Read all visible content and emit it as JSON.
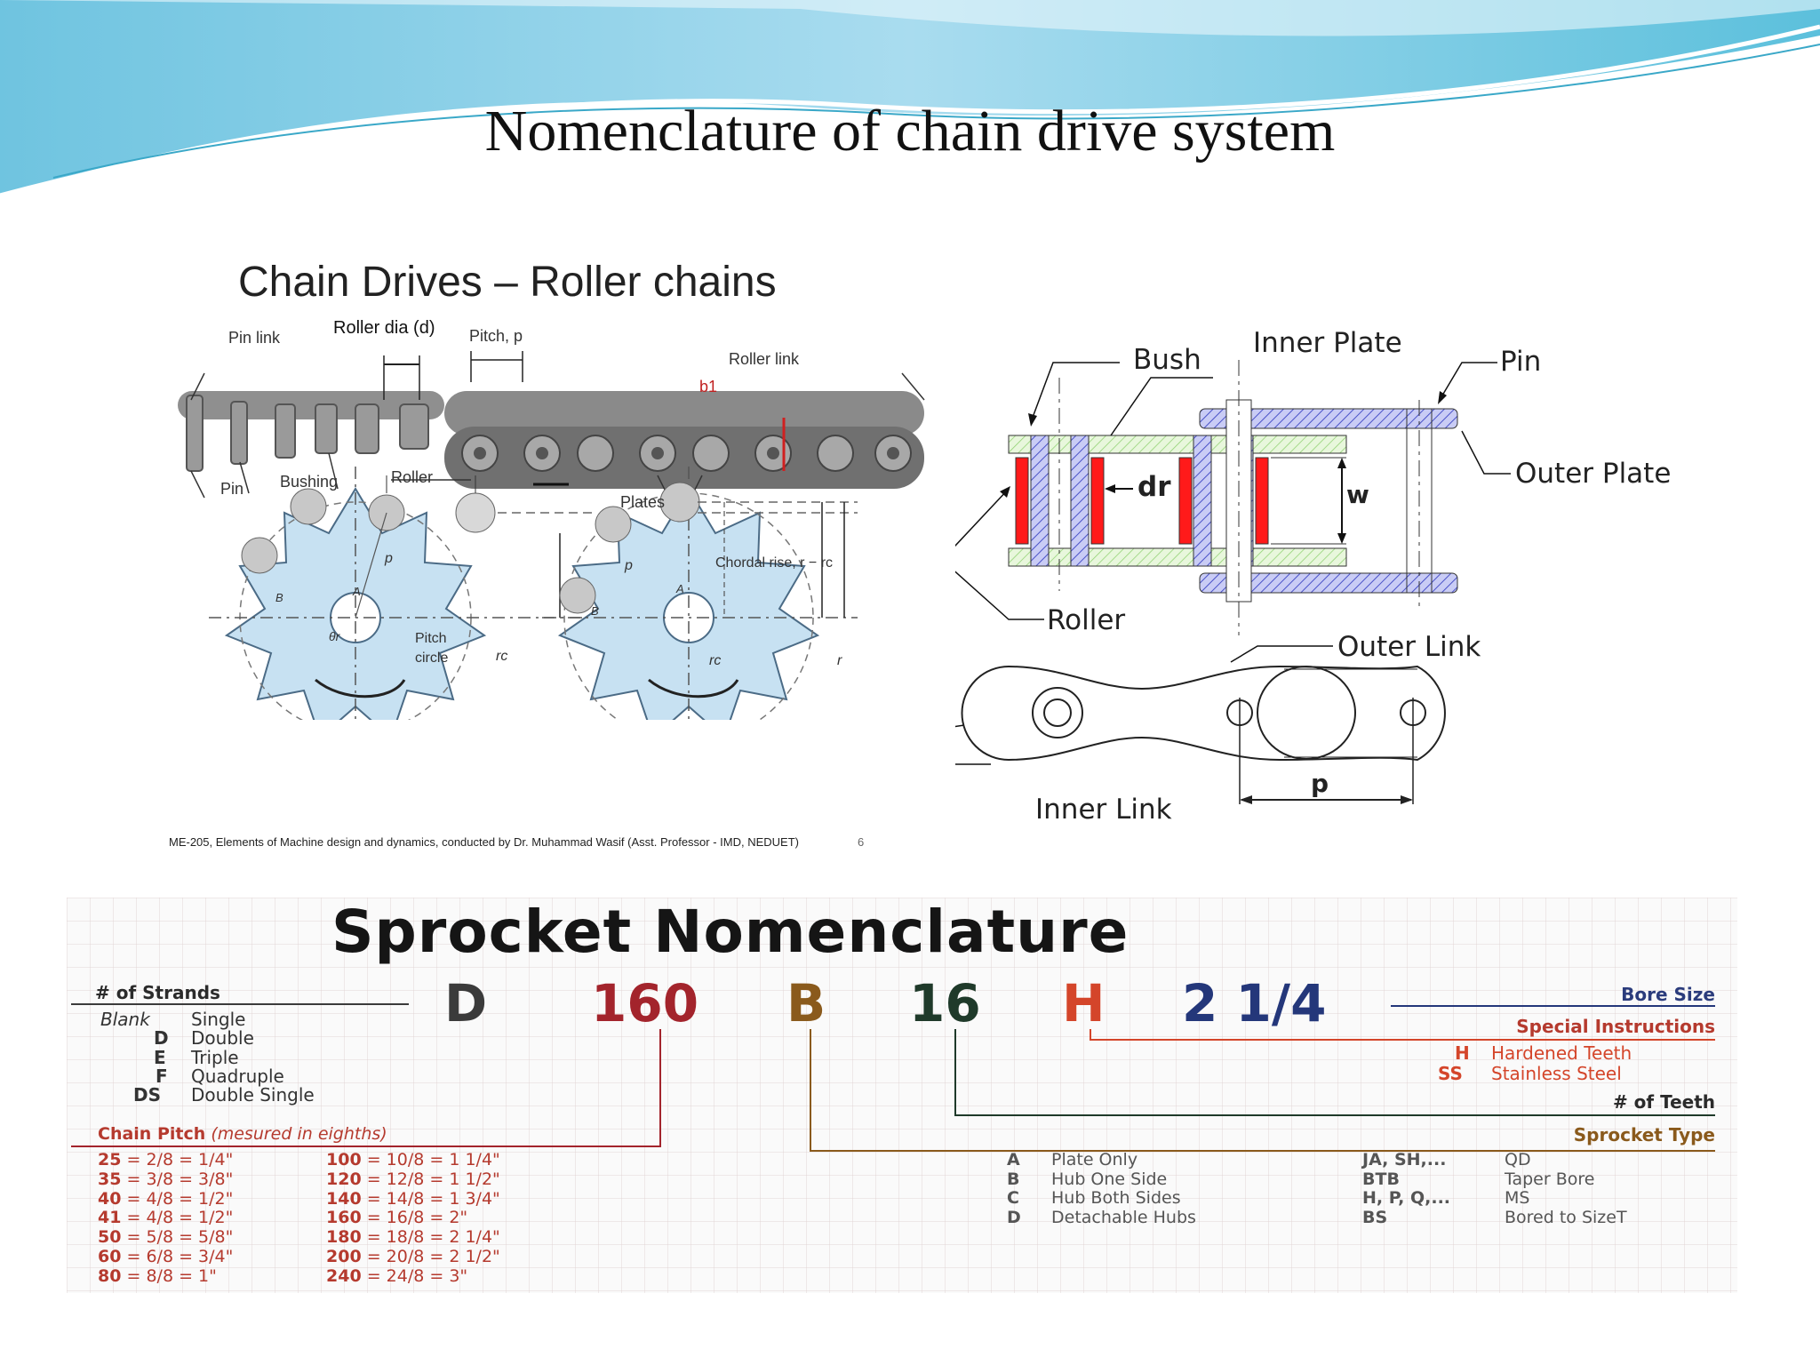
{
  "slide": {
    "title": "Nomenclature of chain drive system"
  },
  "roller_chain": {
    "title": "Chain Drives – Roller chains",
    "labels": {
      "pin_link": "Pin link",
      "roller_dia": "Roller dia (d)",
      "pitch": "Pitch, p",
      "roller_link": "Roller link",
      "b1": "b1",
      "pin": "Pin",
      "bushing": "Bushing",
      "roller": "Roller",
      "plates": "Plates",
      "p": "p",
      "chordal_rise": "Chordal rise, r − rc",
      "pitch_circle_1": "Pitch",
      "pitch_circle_2": "circle",
      "theta": "θr",
      "rc": "rc",
      "r": "r",
      "A": "A",
      "B": "B"
    },
    "footer": "ME-205, Elements of Machine design and dynamics, conducted by Dr. Muhammad Wasif (Asst. Professor - IMD, NEDUET)",
    "page_number": "6"
  },
  "chain_section": {
    "bush": "Bush",
    "inner_plate": "Inner Plate",
    "pin": "Pin",
    "outer_plate": "Outer Plate",
    "dr": "dr",
    "w": "w",
    "roller": "Roller",
    "outer_link": "Outer Link",
    "inner_link": "Inner Link",
    "p": "p"
  },
  "sprocket": {
    "title": "Sprocket Nomenclature",
    "code": {
      "d": "D",
      "pitch": "160",
      "type": "B",
      "teeth": "16",
      "instr": "H",
      "bore": "2 1/4"
    },
    "colors": {
      "d": "#3b3b3b",
      "pitch": "#a3242c",
      "type": "#8a5a1c",
      "teeth": "#1f3a2a",
      "instr": "#d4452a",
      "bore": "#24377a",
      "label_red": "#b53a2e",
      "label_blue": "#2b3c7c"
    },
    "strands": {
      "header": "# of Strands",
      "items": [
        {
          "code": "Blank",
          "label": "Single"
        },
        {
          "code": "D",
          "label": "Double"
        },
        {
          "code": "E",
          "label": "Triple"
        },
        {
          "code": "F",
          "label": "Quadruple"
        },
        {
          "code": "DS",
          "label": "Double Single"
        }
      ]
    },
    "chain_pitch": {
      "header": "Chain Pitch",
      "header_note": "(mesured in eighths)",
      "col1": [
        {
          "code": "25",
          "value": "= 2/8 = 1/4\""
        },
        {
          "code": "35",
          "value": "= 3/8 = 3/8\""
        },
        {
          "code": "40",
          "value": "= 4/8 = 1/2\""
        },
        {
          "code": "41",
          "value": "= 4/8 = 1/2\""
        },
        {
          "code": "50",
          "value": "= 5/8 = 5/8\""
        },
        {
          "code": "60",
          "value": "= 6/8 = 3/4\""
        },
        {
          "code": "80",
          "value": "= 8/8 = 1\""
        }
      ],
      "col2": [
        {
          "code": "100",
          "value": "= 10/8 = 1 1/4\""
        },
        {
          "code": "120",
          "value": "= 12/8 = 1 1/2\""
        },
        {
          "code": "140",
          "value": "= 14/8 = 1 3/4\""
        },
        {
          "code": "160",
          "value": "= 16/8 = 2\""
        },
        {
          "code": "180",
          "value": "= 18/8 = 2 1/4\""
        },
        {
          "code": "200",
          "value": "= 20/8 = 2 1/2\""
        },
        {
          "code": "240",
          "value": "= 24/8 = 3\""
        }
      ]
    },
    "bore_size": "Bore Size",
    "special": {
      "header": "Special Instructions",
      "items": [
        {
          "code": "H",
          "label": "Hardened Teeth"
        },
        {
          "code": "SS",
          "label": "Stainless Steel"
        }
      ]
    },
    "teeth": "# of Teeth",
    "type": {
      "header": "Sprocket Type",
      "items": [
        {
          "code": "A",
          "label": "Plate Only"
        },
        {
          "code": "B",
          "label": "Hub One Side"
        },
        {
          "code": "C",
          "label": "Hub Both Sides"
        },
        {
          "code": "D",
          "label": "Detachable Hubs"
        }
      ],
      "items2": [
        {
          "code": "JA, SH,...",
          "label": "QD"
        },
        {
          "code": "BTB",
          "label": "Taper Bore"
        },
        {
          "code": "H, P, Q,...",
          "label": "MS"
        },
        {
          "code": "BS",
          "label": "Bored to SizeT"
        }
      ]
    }
  }
}
